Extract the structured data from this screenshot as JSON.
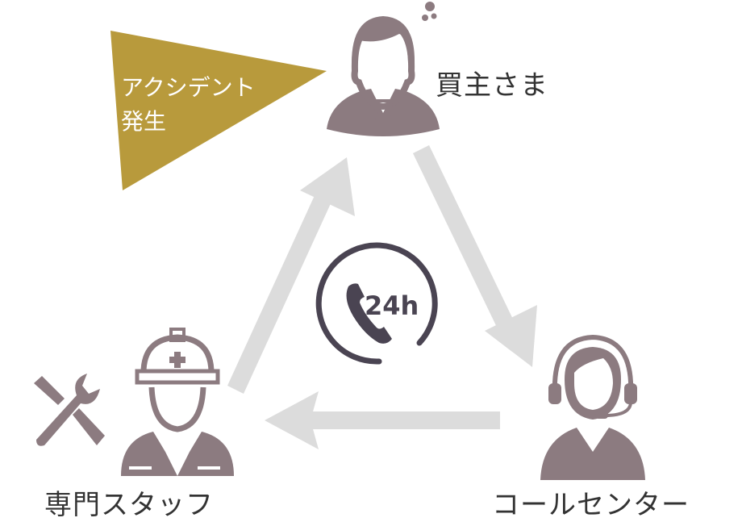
{
  "callout": {
    "line1": "アクシデント",
    "line2": "発生"
  },
  "nodes": {
    "buyer": {
      "label": "買主さま"
    },
    "call_center": {
      "label": "コールセンター"
    },
    "staff": {
      "label": "専門スタッフ"
    }
  },
  "center": {
    "text": "24h"
  },
  "colors": {
    "figure": "#8c7b80",
    "callout": "#b89a3c",
    "arrow": "#dcdcdc",
    "phone": "#4a4452"
  }
}
